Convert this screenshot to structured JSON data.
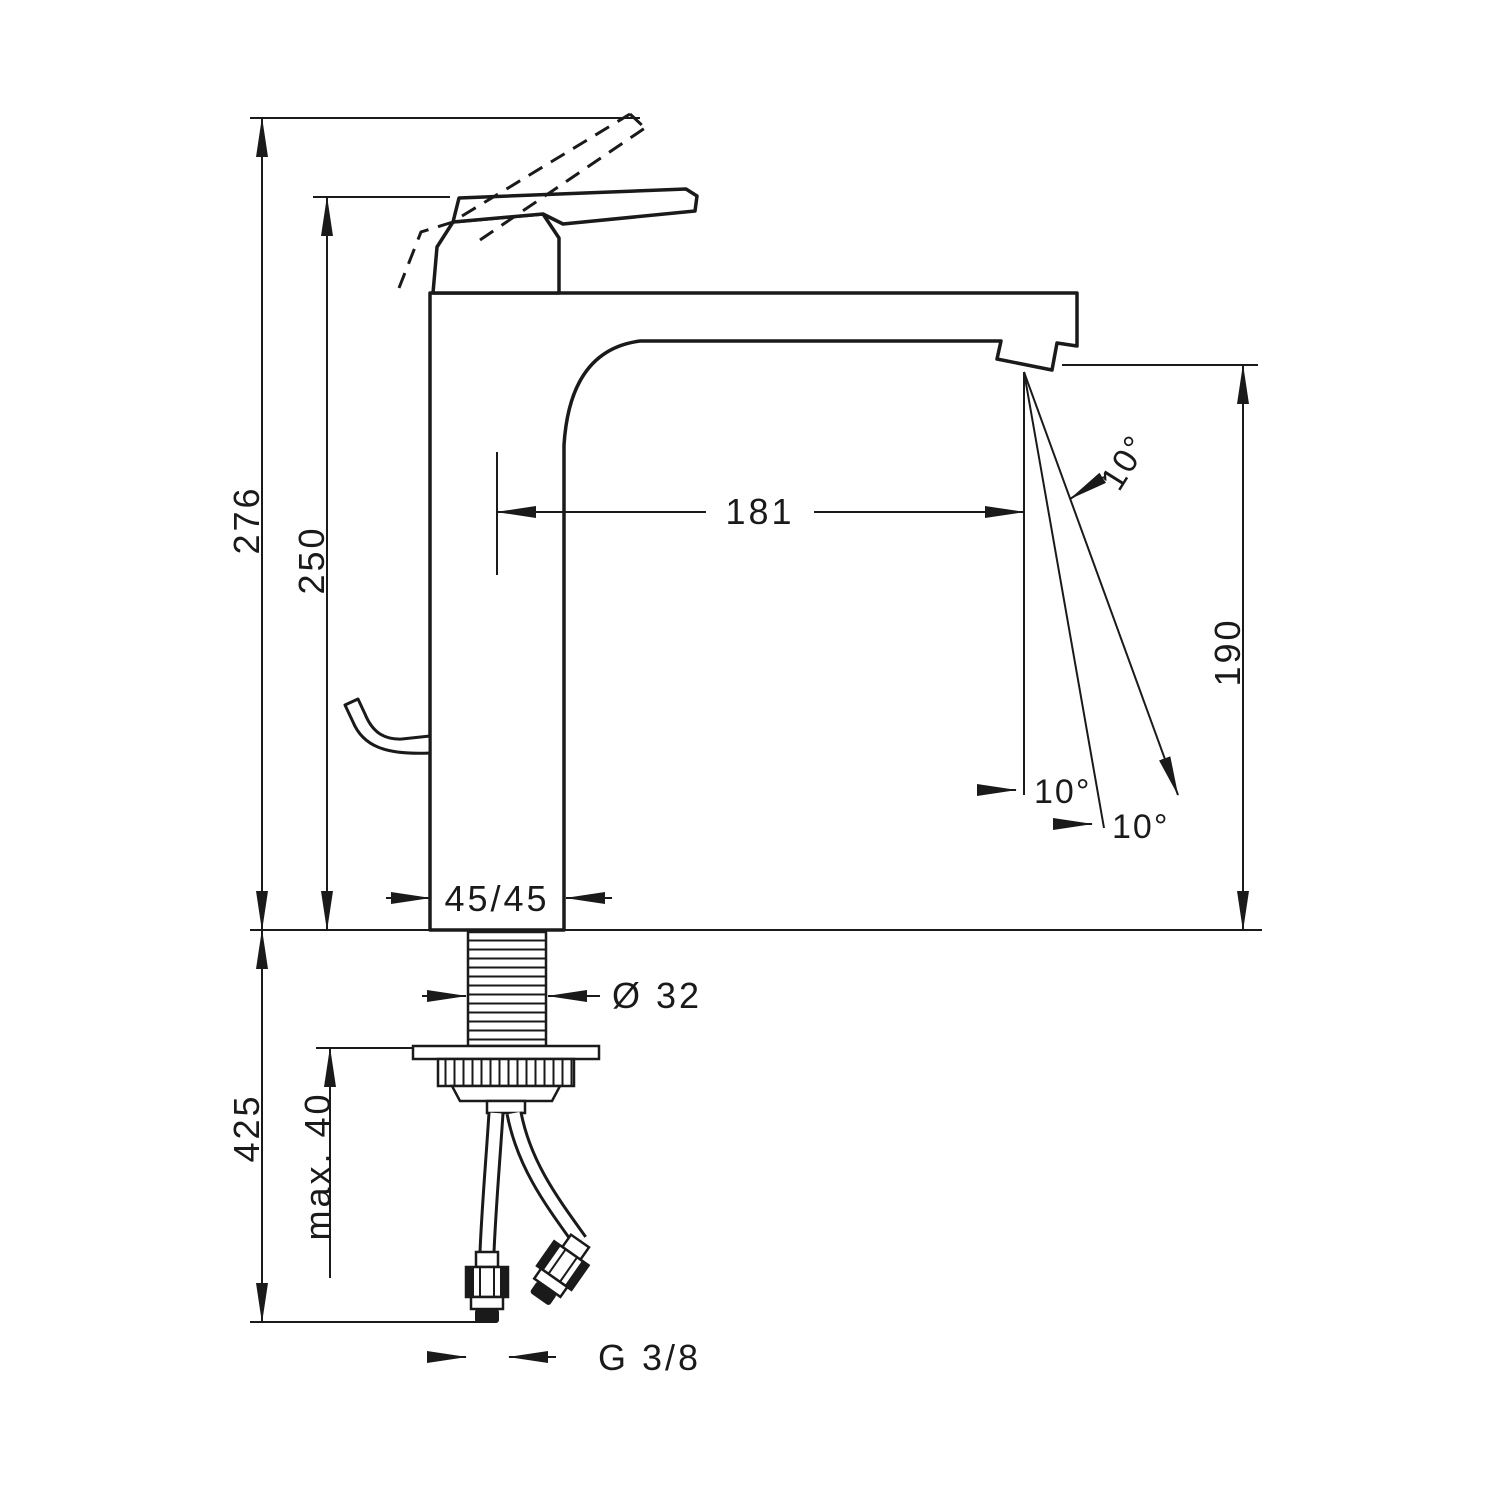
{
  "labels": {
    "total_height": "276",
    "handle_height": "250",
    "spout_reach": "181",
    "spout_angle": "10°",
    "outlet_height": "190",
    "spray_angle_inner": "10°",
    "spray_angle_outer": "10°",
    "base_dimensions": "45/45",
    "shaft_diameter": "Ø 32",
    "installation_depth": "425",
    "max_mounting_thickness": "max. 40",
    "connection_thread": "G 3/8"
  },
  "colors": {
    "line": "#1a1a1a",
    "background": "#ffffff"
  }
}
